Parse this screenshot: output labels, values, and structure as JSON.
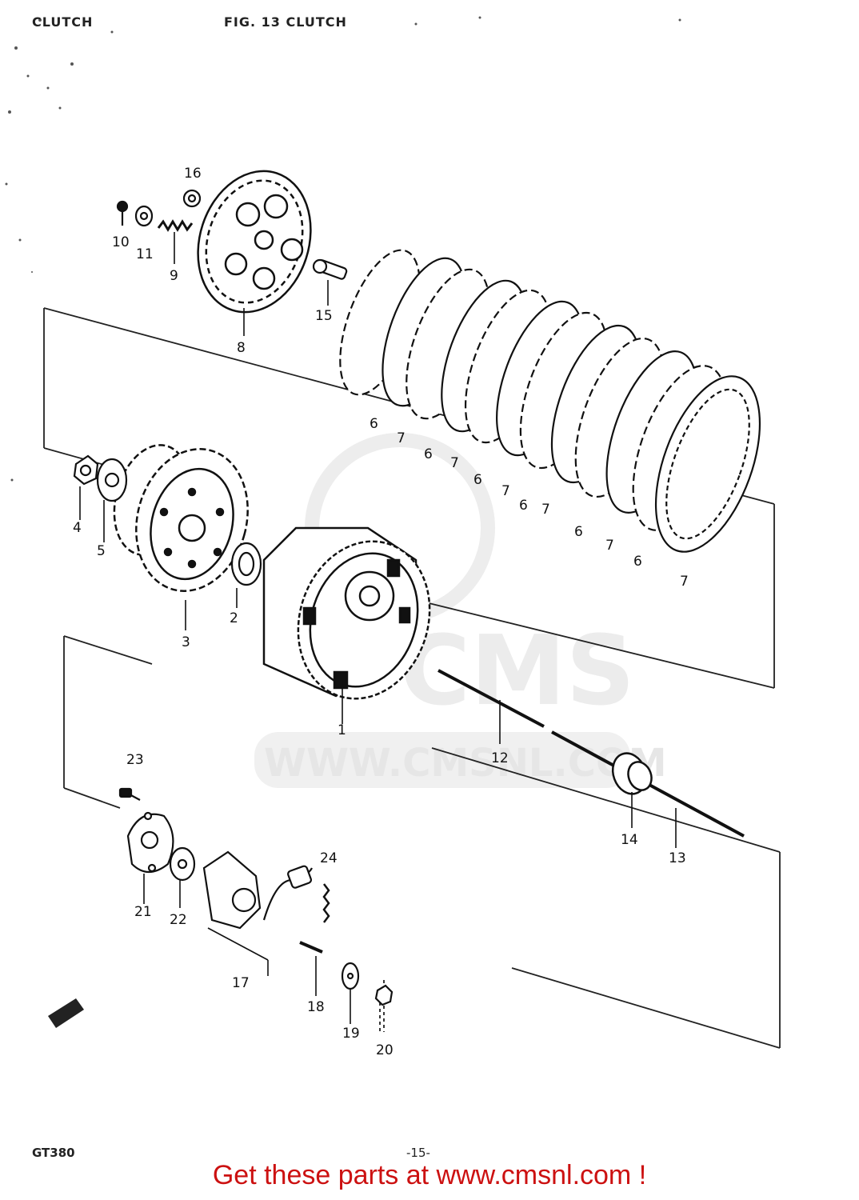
{
  "header": {
    "section": "CLUTCH",
    "figure": "FIG. 13  CLUTCH"
  },
  "callouts": [
    {
      "id": "c1",
      "label": "1"
    },
    {
      "id": "c2",
      "label": "2"
    },
    {
      "id": "c3",
      "label": "3"
    },
    {
      "id": "c4",
      "label": "4"
    },
    {
      "id": "c5",
      "label": "5"
    },
    {
      "id": "c6a",
      "label": "6"
    },
    {
      "id": "c6b",
      "label": "6"
    },
    {
      "id": "c6c",
      "label": "6"
    },
    {
      "id": "c6d",
      "label": "6"
    },
    {
      "id": "c6e",
      "label": "6"
    },
    {
      "id": "c6f",
      "label": "6"
    },
    {
      "id": "c7a",
      "label": "7"
    },
    {
      "id": "c7b",
      "label": "7"
    },
    {
      "id": "c7c",
      "label": "7"
    },
    {
      "id": "c7d",
      "label": "7"
    },
    {
      "id": "c7e",
      "label": "7"
    },
    {
      "id": "c7f",
      "label": "7"
    },
    {
      "id": "c8",
      "label": "8"
    },
    {
      "id": "c9",
      "label": "9"
    },
    {
      "id": "c10",
      "label": "10"
    },
    {
      "id": "c11",
      "label": "11"
    },
    {
      "id": "c12",
      "label": "12"
    },
    {
      "id": "c13",
      "label": "13"
    },
    {
      "id": "c14",
      "label": "14"
    },
    {
      "id": "c15",
      "label": "15"
    },
    {
      "id": "c16",
      "label": "16"
    },
    {
      "id": "c17",
      "label": "17"
    },
    {
      "id": "c18",
      "label": "18"
    },
    {
      "id": "c19",
      "label": "19"
    },
    {
      "id": "c20",
      "label": "20"
    },
    {
      "id": "c21",
      "label": "21"
    },
    {
      "id": "c22",
      "label": "22"
    },
    {
      "id": "c23",
      "label": "23"
    },
    {
      "id": "c24",
      "label": "24"
    }
  ],
  "watermark": {
    "logo": "CMS",
    "url": "WWW.CMSNL.COM"
  },
  "footer": {
    "model": "GT380",
    "page": "-15-",
    "promo": "Get these parts at www.cmsnl.com !"
  }
}
